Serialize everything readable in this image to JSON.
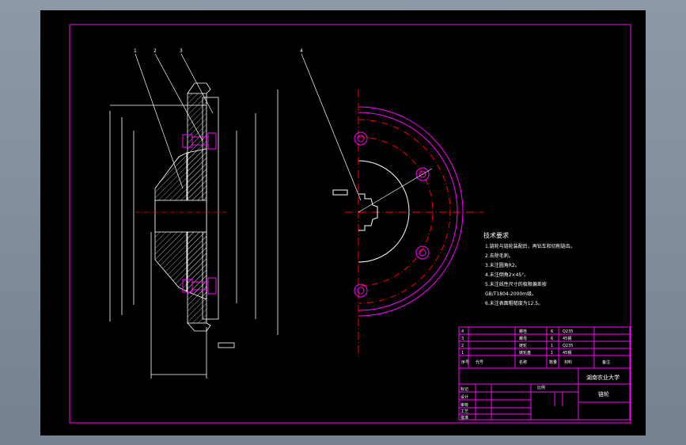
{
  "drawing": {
    "title": "",
    "leaders": [
      "1",
      "2",
      "3",
      "4"
    ],
    "technical_requirements": {
      "heading": "技术要求",
      "lines": [
        "1.链轮与链轮装配后，再钻车和切削链齿。",
        "2.去除毛刺。",
        "3.未注圆角R2。",
        "4.未注倒角2×45°。",
        "5.未注线性尺寸的极限偏差按",
        "GB/T1804-2000m级。",
        "6.未注表面粗糙度为12.5。"
      ]
    },
    "parts_list": [
      {
        "no": "4",
        "name": "螺栓",
        "qty": "6",
        "material": "Q235"
      },
      {
        "no": "3",
        "name": "螺母",
        "qty": "6",
        "material": "45钢"
      },
      {
        "no": "2",
        "name": "链轮",
        "qty": "1",
        "material": "Q235"
      },
      {
        "no": "1",
        "name": "链轮盘",
        "qty": "1",
        "material": "45钢"
      }
    ],
    "parts_header": [
      "序号",
      "代号",
      "名称",
      "数量",
      "材料",
      "备注"
    ],
    "title_block": {
      "school": "湖南农业大学",
      "drawing_name": "链轮",
      "scale_label": "比例",
      "rows": [
        "标记",
        "设计",
        "审核",
        "工艺",
        "批准"
      ]
    },
    "colors": {
      "frame": "#ff00ff",
      "line": "#ffffff",
      "hatch": "#ffffff",
      "centerline": "#ff0000",
      "bolt": "#ff00ff",
      "dimension": "#ffffff"
    }
  }
}
